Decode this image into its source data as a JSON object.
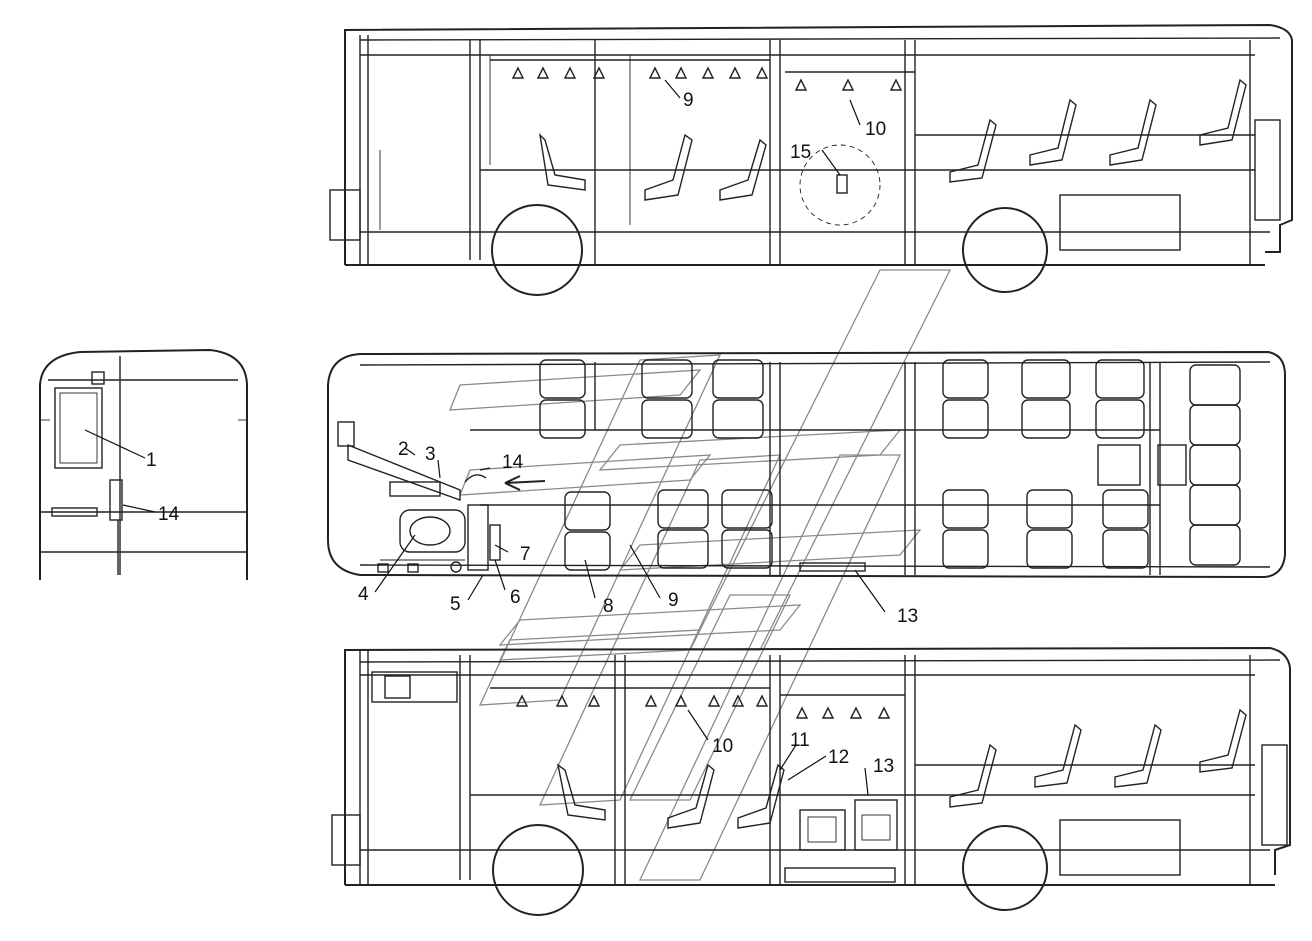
{
  "callouts": [
    {
      "id": "label-1",
      "text": "1"
    },
    {
      "id": "label-14a",
      "text": "14"
    },
    {
      "id": "label-2",
      "text": "2"
    },
    {
      "id": "label-3",
      "text": "3"
    },
    {
      "id": "label-14b",
      "text": "14"
    },
    {
      "id": "label-4",
      "text": "4"
    },
    {
      "id": "label-5",
      "text": "5"
    },
    {
      "id": "label-6",
      "text": "6"
    },
    {
      "id": "label-7",
      "text": "7"
    },
    {
      "id": "label-8",
      "text": "8"
    },
    {
      "id": "label-9a",
      "text": "9"
    },
    {
      "id": "label-9b",
      "text": "9"
    },
    {
      "id": "label-10a",
      "text": "10"
    },
    {
      "id": "label-10b",
      "text": "10"
    },
    {
      "id": "label-11",
      "text": "11"
    },
    {
      "id": "label-12",
      "text": "12"
    },
    {
      "id": "label-13a",
      "text": "13"
    },
    {
      "id": "label-13b",
      "text": "13"
    },
    {
      "id": "label-15",
      "text": "15"
    }
  ],
  "views": {
    "front": "front-view",
    "side_top": "side-view-right",
    "plan": "plan-view",
    "side_bottom": "side-view-left"
  }
}
